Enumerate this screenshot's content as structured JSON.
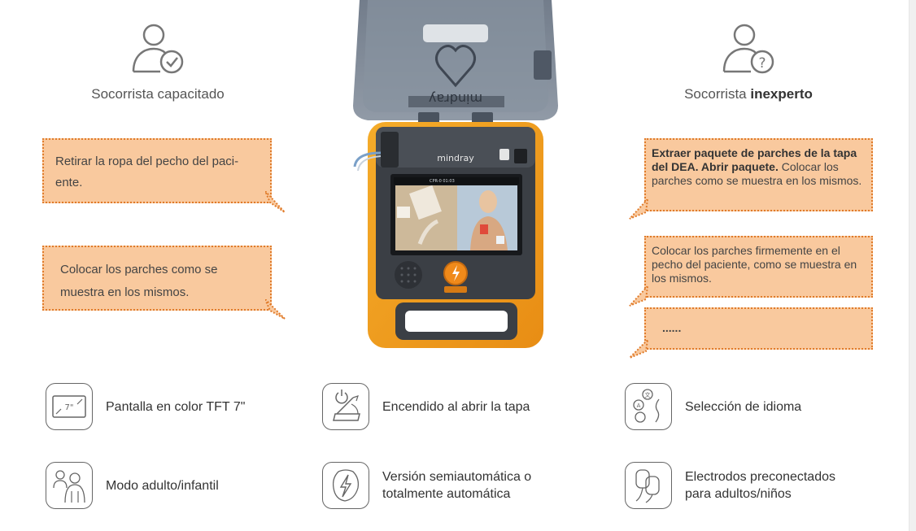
{
  "personas": {
    "trained": {
      "label": "Socorrista capacitado"
    },
    "untrained": {
      "label_prefix": "Socorrista",
      "label_bold": "inexperto"
    }
  },
  "bubbles_left": [
    {
      "text": "Retirar la ropa del pecho del paci- ente."
    },
    {
      "text": "Colocar los parches como se muestra en los mismos."
    }
  ],
  "bubbles_right": [
    {
      "bold": "Extraer paquete de parches de la tapa del DEA. Abrir paquete.",
      "text": "Colocar los parches como se muestra en los mismos."
    },
    {
      "text": "Colocar los parches firmemente en el pecho del paciente, como se muestra en los mismos."
    },
    {
      "text": "......"
    }
  ],
  "device": {
    "brand": "mindray",
    "screen_status": "CPR-0 01:03"
  },
  "features": [
    {
      "icon": "screen-7in-icon",
      "label": "Pantalla en color TFT 7\"",
      "badge": "7\""
    },
    {
      "icon": "power-lid-icon",
      "label": "Encendido al abrir la tapa"
    },
    {
      "icon": "language-icon",
      "label": "Selección de idioma"
    },
    {
      "icon": "adult-child-icon",
      "label": "Modo adulto/infantil"
    },
    {
      "icon": "shock-icon",
      "label": "Versión semiautomática o totalmente automática"
    },
    {
      "icon": "electrodes-icon",
      "label": "Electrodos preconectados para adultos/niños"
    }
  ],
  "colors": {
    "bubble_fill": "#f9c99e",
    "bubble_border": "#e07b2a",
    "device_orange": "#f2a01e"
  }
}
